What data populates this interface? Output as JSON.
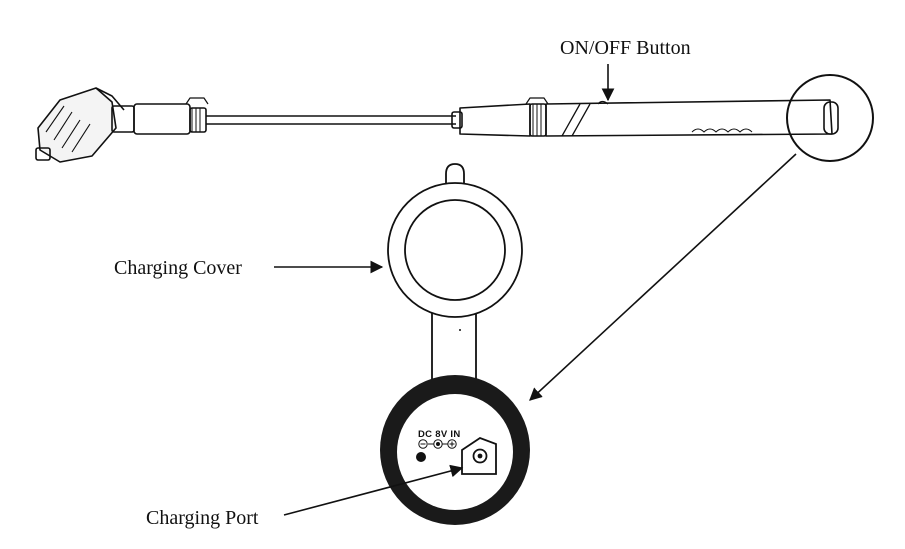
{
  "labels": {
    "on_off_button": "ON/OFF Button",
    "charging_cover": "Charging Cover",
    "charging_port": "Charging Port"
  },
  "port_panel": {
    "rating": "DC 8V IN"
  },
  "colors": {
    "ink": "#111111",
    "paper": "#ffffff"
  }
}
